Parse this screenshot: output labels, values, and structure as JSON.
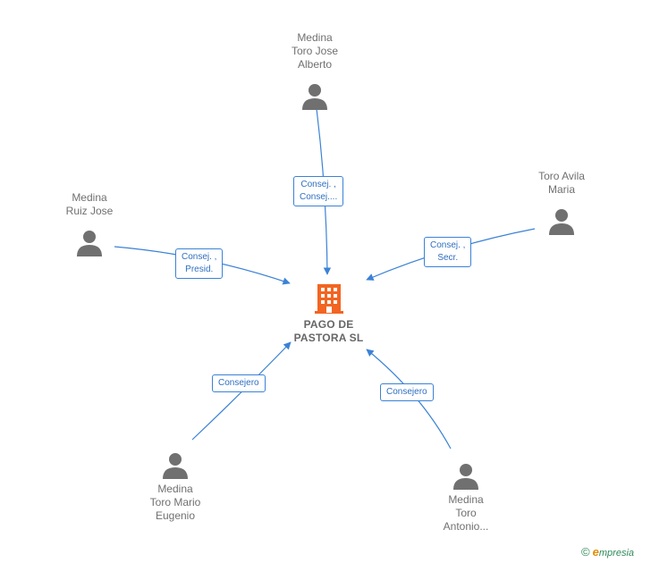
{
  "company": {
    "line1": "PAGO DE",
    "line2": "PASTORA  SL",
    "icon": "building-icon",
    "color": "#f26522"
  },
  "people": [
    {
      "id": "p1",
      "lines": [
        "Medina",
        "Toro Jose",
        "Alberto"
      ]
    },
    {
      "id": "p2",
      "lines": [
        "Medina",
        "Ruiz Jose"
      ]
    },
    {
      "id": "p3",
      "lines": [
        "Toro Avila",
        "Maria"
      ]
    },
    {
      "id": "p4",
      "lines": [
        "Medina",
        "Toro Mario",
        "Eugenio"
      ]
    },
    {
      "id": "p5",
      "lines": [
        "Medina",
        "Toro",
        "Antonio..."
      ]
    }
  ],
  "relations": [
    {
      "from": "p1",
      "lines": [
        "Consej. ,",
        "Consej...."
      ]
    },
    {
      "from": "p2",
      "lines": [
        "Consej. ,",
        "Presid."
      ]
    },
    {
      "from": "p3",
      "lines": [
        "Consej. ,",
        "Secr."
      ]
    },
    {
      "from": "p4",
      "lines": [
        "Consejero"
      ]
    },
    {
      "from": "p5",
      "lines": [
        "Consejero"
      ]
    }
  ],
  "brand": {
    "copyright": "©",
    "e": "e",
    "rest": "mpresia"
  },
  "colors": {
    "edge": "#3b82d6",
    "person": "#707070"
  }
}
